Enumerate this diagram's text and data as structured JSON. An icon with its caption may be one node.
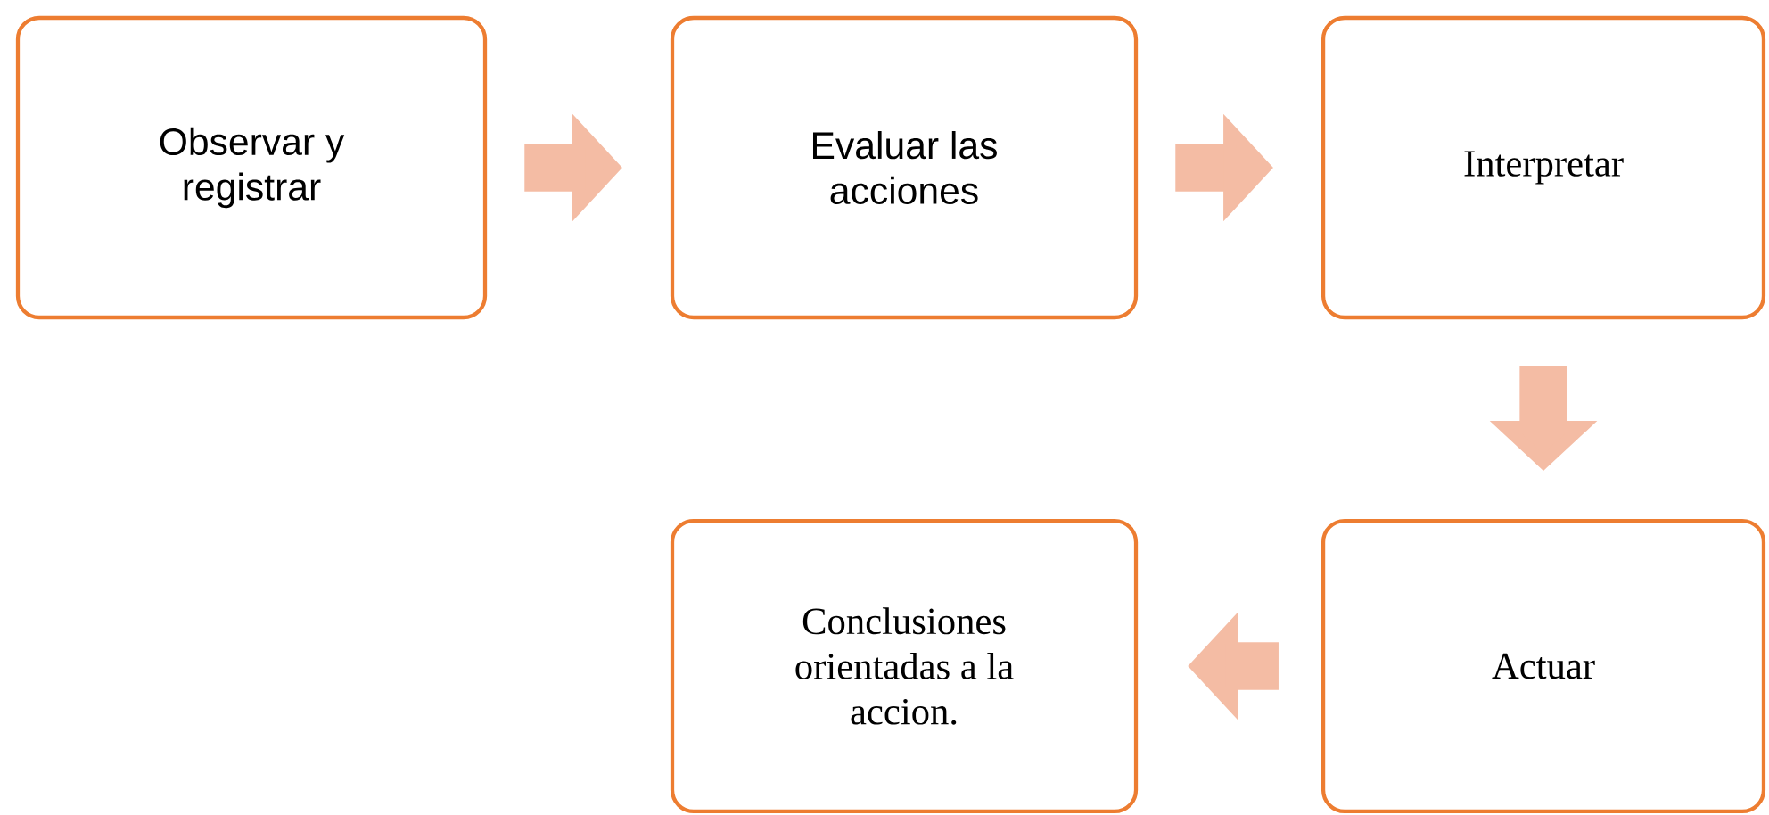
{
  "diagram": {
    "nodes": [
      {
        "text": [
          "Observar y registrar"
        ]
      },
      {
        "text": [
          "Evaluar las acciones"
        ]
      },
      {
        "text": [
          "Interpretar"
        ]
      },
      {
        "text": [
          "Conclusiones orientadas a la accion."
        ]
      },
      {
        "text": [
          "Actuar"
        ]
      }
    ],
    "edges": [
      {
        "from": 0,
        "to": 1,
        "arrow": "to"
      },
      {
        "from": 1,
        "to": 2,
        "arrow": "to"
      },
      {
        "from": 2,
        "to": 4,
        "arrow": "to"
      },
      {
        "from": 4,
        "to": 3,
        "arrow": "to"
      }
    ]
  }
}
